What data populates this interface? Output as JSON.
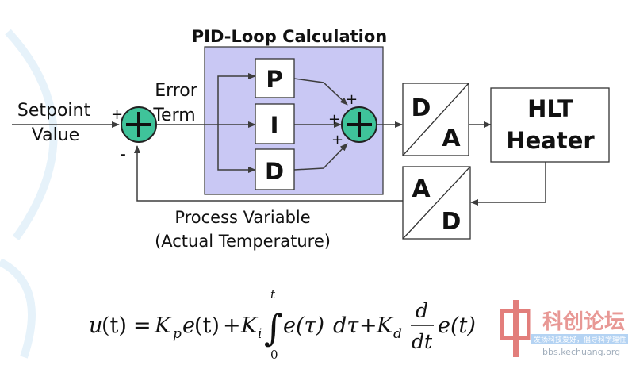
{
  "diagram": {
    "title": "PID-Loop Calculation",
    "setpoint_line1": "Setpoint",
    "setpoint_line2": "Value",
    "error_line1": "Error",
    "error_line2": "Term",
    "process_line1": "Process Variable",
    "process_line2": "(Actual Temperature)",
    "blocks": {
      "p": "P",
      "i": "I",
      "d": "D"
    },
    "dac": {
      "top": "D",
      "bottom": "A"
    },
    "adc": {
      "top": "A",
      "bottom": "D"
    },
    "heater_line1": "HLT",
    "heater_line2": "Heater",
    "sum1_signs": {
      "plus": "+",
      "minus": "-"
    },
    "sum2_signs": {
      "a": "+",
      "b": "+",
      "c": "+"
    },
    "colors": {
      "pid_box": "#c9c8f4",
      "summing_junction": "#3fc39a",
      "line": "#3d3d3d"
    }
  },
  "equation": {
    "u": "u",
    "paren_t": "(t)",
    "equals": "=",
    "K": "K",
    "sub_p": "p",
    "e": "e",
    "plus": "+",
    "sub_i": "i",
    "integral": "∫",
    "upper": "t",
    "lower": "0",
    "e_tau": "e(τ)",
    "d_tau": "dτ",
    "sub_d": "d",
    "frac_num": "d",
    "frac_den": "dt",
    "e_t": "e(t)"
  },
  "watermark": {
    "title": "科创论坛",
    "subtitle": "发扬科技爱好，倡导科学理性",
    "url": "bbs.kechuang.org"
  }
}
